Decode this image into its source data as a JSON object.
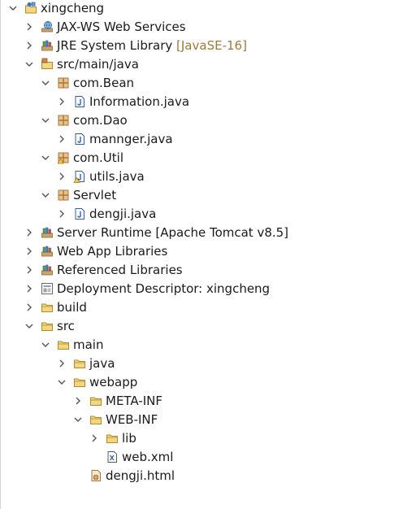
{
  "tree": [
    {
      "label": "xingcheng",
      "decor": "",
      "icon": "project-icon",
      "expanded": true,
      "level": 0
    },
    {
      "label": "JAX-WS Web Services",
      "decor": "",
      "icon": "web-services-icon",
      "expanded": false,
      "level": 1
    },
    {
      "label": "JRE System Library",
      "decor": "[JavaSE-16]",
      "icon": "library-icon",
      "expanded": false,
      "level": 1
    },
    {
      "label": "src/main/java",
      "decor": "",
      "icon": "source-folder-icon",
      "expanded": true,
      "level": 1
    },
    {
      "label": "com.Bean",
      "decor": "",
      "icon": "package-icon",
      "expanded": true,
      "level": 2
    },
    {
      "label": "Information.java",
      "decor": "",
      "icon": "java-file-icon",
      "expanded": false,
      "level": 3
    },
    {
      "label": "com.Dao",
      "decor": "",
      "icon": "package-icon",
      "expanded": true,
      "level": 2
    },
    {
      "label": "mannger.java",
      "decor": "",
      "icon": "java-file-icon",
      "expanded": false,
      "level": 3
    },
    {
      "label": "com.Util",
      "decor": "",
      "icon": "package-warning-icon",
      "expanded": true,
      "level": 2
    },
    {
      "label": "utils.java",
      "decor": "",
      "icon": "java-file-warning-icon",
      "expanded": false,
      "level": 3
    },
    {
      "label": "Servlet",
      "decor": "",
      "icon": "package-icon",
      "expanded": true,
      "level": 2
    },
    {
      "label": "dengji.java",
      "decor": "",
      "icon": "java-file-icon",
      "expanded": false,
      "level": 3
    },
    {
      "label": "Server Runtime [Apache Tomcat v8.5]",
      "decor": "",
      "icon": "library-icon",
      "expanded": false,
      "level": 1
    },
    {
      "label": "Web App Libraries",
      "decor": "",
      "icon": "library-icon",
      "expanded": false,
      "level": 1
    },
    {
      "label": "Referenced Libraries",
      "decor": "",
      "icon": "library-icon",
      "expanded": false,
      "level": 1
    },
    {
      "label": "Deployment Descriptor: xingcheng",
      "decor": "",
      "icon": "deployment-descriptor-icon",
      "expanded": false,
      "level": 1
    },
    {
      "label": "build",
      "decor": "",
      "icon": "folder-icon",
      "expanded": false,
      "level": 1
    },
    {
      "label": "src",
      "decor": "",
      "icon": "folder-icon",
      "expanded": true,
      "level": 1
    },
    {
      "label": "main",
      "decor": "",
      "icon": "folder-icon",
      "expanded": true,
      "level": 2
    },
    {
      "label": "java",
      "decor": "",
      "icon": "folder-icon",
      "expanded": false,
      "level": 3
    },
    {
      "label": "webapp",
      "decor": "",
      "icon": "folder-icon",
      "expanded": true,
      "level": 3
    },
    {
      "label": "META-INF",
      "decor": "",
      "icon": "folder-icon",
      "expanded": false,
      "level": 4
    },
    {
      "label": "WEB-INF",
      "decor": "",
      "icon": "folder-icon",
      "expanded": true,
      "level": 4
    },
    {
      "label": "lib",
      "decor": "",
      "icon": "folder-icon",
      "expanded": false,
      "level": 5
    },
    {
      "label": "web.xml",
      "decor": "",
      "icon": "xml-file-icon",
      "expanded": null,
      "level": 5
    },
    {
      "label": "dengji.html",
      "decor": "",
      "icon": "html-file-icon",
      "expanded": null,
      "level": 4
    }
  ],
  "colors": {
    "folder": "#e8c262",
    "folder_stroke": "#b08a2e",
    "package": "#a8763a",
    "java_blue": "#2f5fa8",
    "library": "#8a6a3a",
    "decor": "#9c7a3c",
    "chevron": "#555555"
  }
}
